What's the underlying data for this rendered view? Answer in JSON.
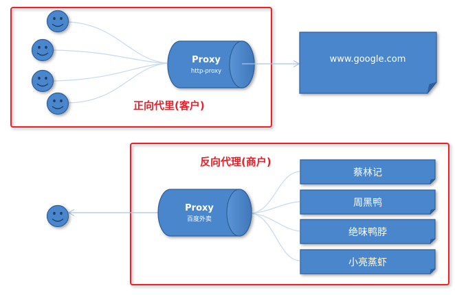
{
  "forward": {
    "title": "正向代里(客户)",
    "proxy": {
      "name": "Proxy",
      "sub": "http-proxy"
    },
    "target": "www.google.com",
    "clients": [
      "smiley-face",
      "smiley-face",
      "smiley-face",
      "smiley-face"
    ]
  },
  "reverse": {
    "title": "反向代理(商户)",
    "proxy": {
      "name": "Proxy",
      "sub": "百度外卖"
    },
    "client": "smiley-face",
    "merchants": [
      "蔡林记",
      "周黑鸭",
      "绝味鸭脖",
      "小亮蒸虾"
    ]
  },
  "colors": {
    "frame": "#e8202a",
    "shape_fill": "#4a86cc",
    "shape_stroke": "#2e5f98",
    "connector": "#b9d0ea"
  }
}
